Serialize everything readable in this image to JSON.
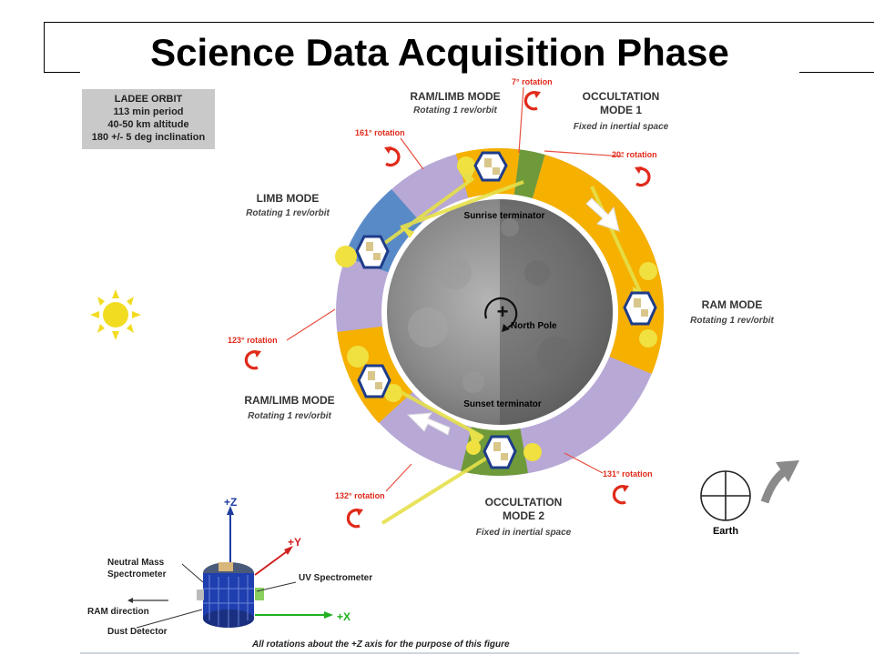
{
  "title": "Science Data Acquisition Phase",
  "orbit_box": {
    "heading": "LADEE ORBIT",
    "lines": [
      "113 min period",
      "40-50 km altitude",
      "180 +/- 5 deg inclination"
    ]
  },
  "modes": {
    "ram_limb_top": {
      "name": "RAM/LIMB MODE",
      "sub": "Rotating 1 rev/orbit"
    },
    "occultation_1": {
      "name_line1": "OCCULTATION",
      "name_line2": "MODE 1",
      "sub": "Fixed in inertial space"
    },
    "limb": {
      "name": "LIMB MODE",
      "sub": "Rotating 1 rev/orbit"
    },
    "ram": {
      "name": "RAM MODE",
      "sub": "Rotating 1 rev/orbit"
    },
    "ram_limb_bottom": {
      "name": "RAM/LIMB MODE",
      "sub": "Rotating 1 rev/orbit"
    },
    "occultation_2": {
      "name_line1": "OCCULTATION",
      "name_line2": "MODE 2",
      "sub": "Fixed in inertial space"
    }
  },
  "rotations": {
    "r7": "7° rotation",
    "r161": "161° rotation",
    "r20": "20° rotation",
    "r123": "123° rotation",
    "r131": "131° rotation",
    "r132": "132° rotation"
  },
  "moon": {
    "sunrise": "Sunrise terminator",
    "sunset": "Sunset terminator",
    "pole": "North Pole",
    "pole_mark": "+"
  },
  "earth_label": "Earth",
  "spacecraft": {
    "axis_z": "+Z",
    "axis_y": "+Y",
    "axis_x": "+X",
    "nms_line1": "Neutral Mass",
    "nms_line2": "Spectrometer",
    "uv": "UV Spectrometer",
    "ram_dir": "RAM direction",
    "dust": "Dust Detector"
  },
  "footnote": "All rotations about the +Z axis for the purpose of this figure",
  "colors": {
    "ring_purple": "#b8a8d6",
    "ring_orange": "#f5b000",
    "ring_green": "#6f9a3a",
    "ring_blue": "#4f86c6",
    "beam_yellow": "#e6e04a",
    "rotation_red": "#e02a1a",
    "sun": "#f2dc22"
  }
}
